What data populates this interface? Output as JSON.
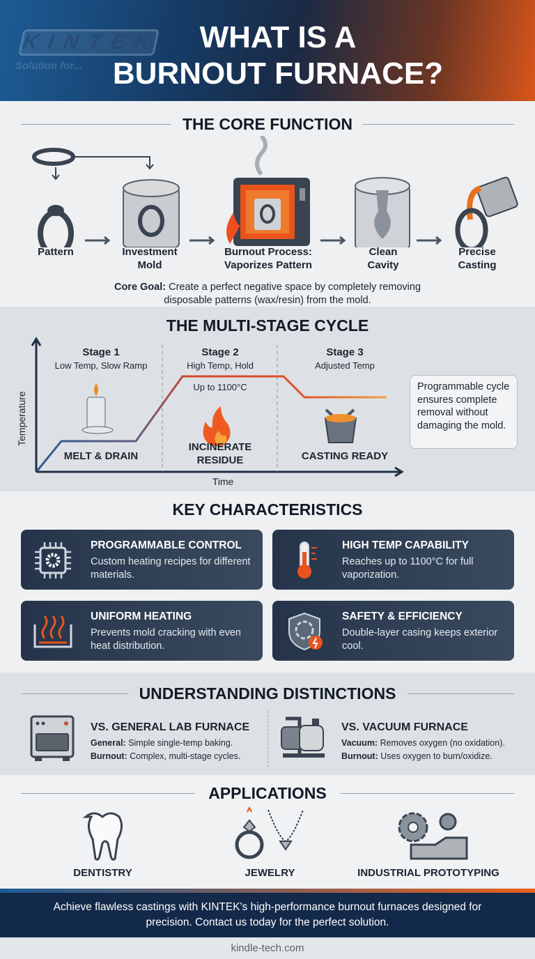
{
  "header": {
    "title_line1": "WHAT IS A",
    "title_line2": "BURNOUT FURNACE?",
    "logo": "KINTEK",
    "logo_tagline": "Solution for..."
  },
  "core": {
    "title": "THE CORE FUNCTION",
    "steps": [
      {
        "label": "Pattern"
      },
      {
        "label": "Investment\nMold"
      },
      {
        "label": "Burnout Process:\nVaporizes Pattern"
      },
      {
        "label": "Clean\nCavity"
      },
      {
        "label": "Precise\nCasting"
      }
    ],
    "goal_label": "Core Goal:",
    "goal_text": " Create a perfect negative space by completely removing",
    "goal_text2": "disposable patterns (wax/resin) from the mold."
  },
  "cycle": {
    "title": "THE MULTI-STAGE CYCLE",
    "y_axis": "Temperature",
    "x_axis": "Time",
    "stages": [
      {
        "name": "Stage 1",
        "desc": "Low Temp, Slow Ramp",
        "action": "MELT & DRAIN"
      },
      {
        "name": "Stage 2",
        "desc": "High Temp, Hold",
        "action": "INCINERATE\nRESIDUE",
        "note": "Up to 1100°C"
      },
      {
        "name": "Stage 3",
        "desc": "Adjusted Temp",
        "action": "CASTING READY"
      }
    ],
    "callout": "Programmable cycle ensures complete removal without damaging the mold."
  },
  "characteristics": {
    "title": "KEY CHARACTERISTICS",
    "items": [
      {
        "title": "PROGRAMMABLE CONTROL",
        "text": "Custom heating recipes for different materials.",
        "icon": "chip-gear-icon"
      },
      {
        "title": "HIGH TEMP CAPABILITY",
        "text": "Reaches up to 1100°C for full vaporization.",
        "icon": "thermometer-icon"
      },
      {
        "title": "UNIFORM HEATING",
        "text": "Prevents mold cracking with even heat distribution.",
        "icon": "heat-waves-icon"
      },
      {
        "title": "SAFETY & EFFICIENCY",
        "text": "Double-layer casing keeps exterior cool.",
        "icon": "shield-fan-icon"
      }
    ]
  },
  "distinctions": {
    "title": "UNDERSTANDING DISTINCTIONS",
    "items": [
      {
        "title": "VS. GENERAL LAB FURNACE",
        "l1b": "General:",
        "l1": " Simple single-temp baking.",
        "l2b": "Burnout:",
        "l2": " Complex, multi-stage cycles."
      },
      {
        "title": "VS. VACUUM FURNACE",
        "l1b": "Vacuum:",
        "l1": " Removes oxygen (no oxidation).",
        "l2b": "Burnout:",
        "l2": " Uses oxygen to burn/oxidize."
      }
    ]
  },
  "applications": {
    "title": "APPLICATIONS",
    "items": [
      {
        "label": "DENTISTRY"
      },
      {
        "label": "JEWELRY"
      },
      {
        "label": "INDUSTRIAL PROTOTYPING"
      }
    ]
  },
  "footer": {
    "cta": "Achieve flawless castings with KINTEK's high-performance burnout furnaces designed for precision. Contact us today for the perfect solution.",
    "url": "kindle-tech.com"
  },
  "colors": {
    "accent": "#e8601c",
    "navy": "#13294a"
  }
}
